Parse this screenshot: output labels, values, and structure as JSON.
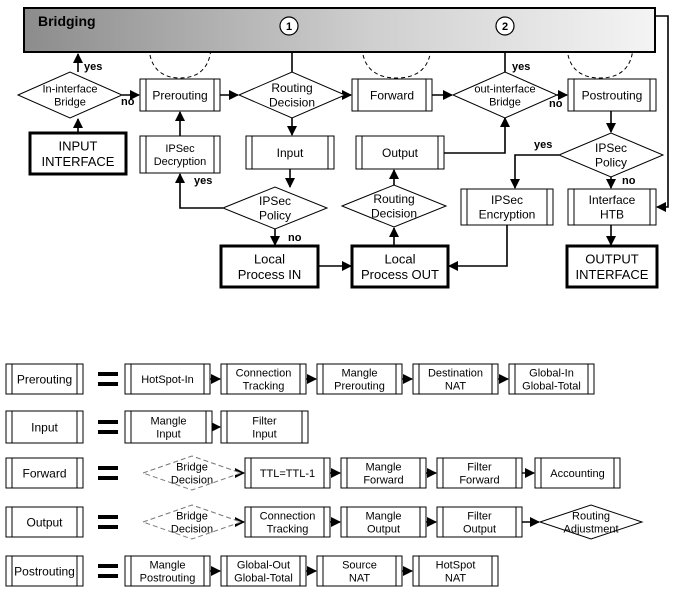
{
  "bridging": {
    "title": "Bridging"
  },
  "markers": {
    "m1": "1",
    "m2": "2"
  },
  "main": {
    "in_interface_bridge": [
      "In-interface",
      "Bridge"
    ],
    "prerouting": "Prerouting",
    "routing_decision": [
      "Routing",
      "Decision"
    ],
    "forward": "Forward",
    "out_interface_bridge": [
      "out-interface",
      "Bridge"
    ],
    "postrouting": "Postrouting",
    "input_interface": [
      "INPUT",
      "INTERFACE"
    ],
    "ipsec_decryption": [
      "IPSec",
      "Decryption"
    ],
    "input": "Input",
    "output": "Output",
    "ipsec_policy_left": [
      "IPSec",
      "Policy"
    ],
    "routing_decision_lower": [
      "Routing",
      "Decision"
    ],
    "ipsec_encryption": [
      "IPSec",
      "Encryption"
    ],
    "ipsec_policy_right": [
      "IPSec",
      "Policy"
    ],
    "interface_htb": [
      "Interface",
      "HTB"
    ],
    "local_process_in": [
      "Local",
      "Process IN"
    ],
    "local_process_out": [
      "Local",
      "Process OUT"
    ],
    "output_interface": [
      "OUTPUT",
      "INTERFACE"
    ]
  },
  "edge_labels": {
    "yes_bridge_in": "yes",
    "no_bridge_in": "no",
    "yes_bridge_out": "yes",
    "no_bridge_out": "no",
    "yes_policy_left": "yes",
    "no_policy_left": "no",
    "yes_policy_right": "yes",
    "no_policy_right": "no"
  },
  "legend": {
    "equals": "=",
    "prerouting": {
      "name": "Prerouting",
      "steps": [
        [
          "HotSpot-In"
        ],
        [
          "Connection",
          "Tracking"
        ],
        [
          "Mangle",
          "Prerouting"
        ],
        [
          "Destination",
          "NAT"
        ],
        [
          "Global-In",
          "Global-Total"
        ]
      ]
    },
    "input": {
      "name": "Input",
      "steps": [
        [
          "Mangle",
          "Input"
        ],
        [
          "Filter",
          "Input"
        ]
      ]
    },
    "forward": {
      "name": "Forward",
      "decision": [
        "Bridge",
        "Decision"
      ],
      "steps": [
        [
          "TTL=TTL-1"
        ],
        [
          "Mangle",
          "Forward"
        ],
        [
          "Filter",
          "Forward"
        ],
        [
          "Accounting"
        ]
      ]
    },
    "output": {
      "name": "Output",
      "decision": [
        "Bridge",
        "Decision"
      ],
      "steps": [
        [
          "Connection",
          "Tracking"
        ],
        [
          "Mangle",
          "Output"
        ],
        [
          "Filter",
          "Output"
        ]
      ],
      "final": [
        "Routing",
        "Adjustment"
      ]
    },
    "postrouting": {
      "name": "Postrouting",
      "steps": [
        [
          "Mangle",
          "Postrouting"
        ],
        [
          "Global-Out",
          "Global-Total"
        ],
        [
          "Source",
          "NAT"
        ],
        [
          "HotSpot",
          "NAT"
        ]
      ]
    }
  }
}
